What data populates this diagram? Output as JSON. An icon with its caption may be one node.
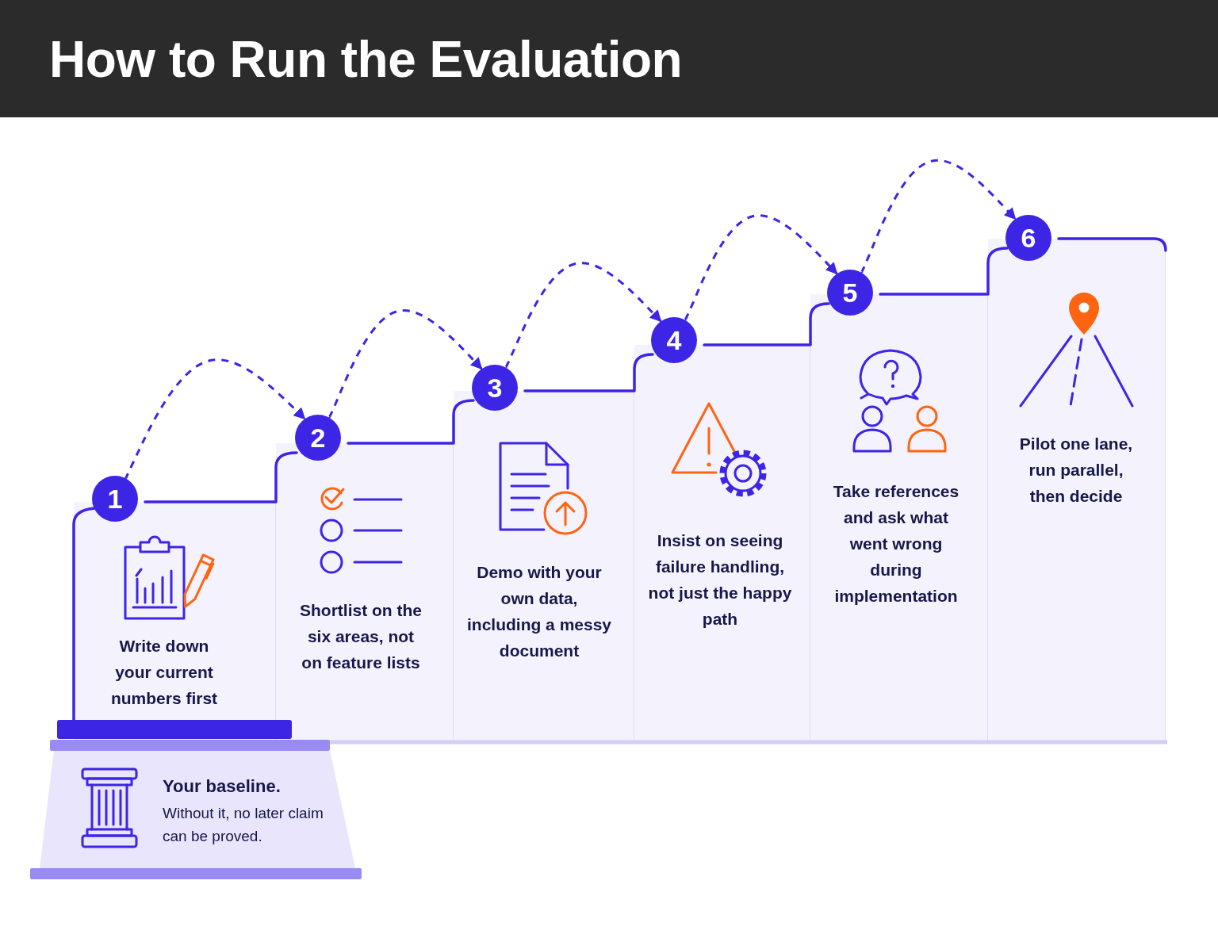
{
  "diagram": {
    "title": "How to Run the Evaluation",
    "nodes": [
      {
        "text": [
          "1"
        ]
      },
      {
        "text": [
          "Write down your current numbers first"
        ]
      },
      {
        "text": [
          "2"
        ]
      },
      {
        "text": [
          "Shortlist on the six areas, not on feature lists"
        ]
      },
      {
        "text": [
          "3"
        ]
      },
      {
        "text": [
          "Demo with your own data, including a messy document"
        ]
      },
      {
        "text": [
          "4"
        ]
      },
      {
        "text": [
          "Insist on seeing failure handling, not just the happy path"
        ]
      },
      {
        "text": [
          "5"
        ]
      },
      {
        "text": [
          "Take references and ask what went wrong during implementation"
        ]
      },
      {
        "text": [
          "6"
        ]
      },
      {
        "text": [
          "Pilot one lane, run parallel, then decide"
        ]
      },
      {
        "text": [
          "Your baseline.",
          "Without it, no later claim can be proved."
        ]
      }
    ],
    "edges": [
      {
        "from": 0,
        "to": 2,
        "arrow": "to",
        "style": "dashed"
      },
      {
        "from": 2,
        "to": 4,
        "arrow": "to",
        "style": "dashed"
      },
      {
        "from": 4,
        "to": 6,
        "arrow": "to",
        "style": "dashed"
      },
      {
        "from": 6,
        "to": 8,
        "arrow": "to",
        "style": "dashed"
      },
      {
        "from": 8,
        "to": 10,
        "arrow": "to",
        "style": "dashed"
      }
    ]
  }
}
